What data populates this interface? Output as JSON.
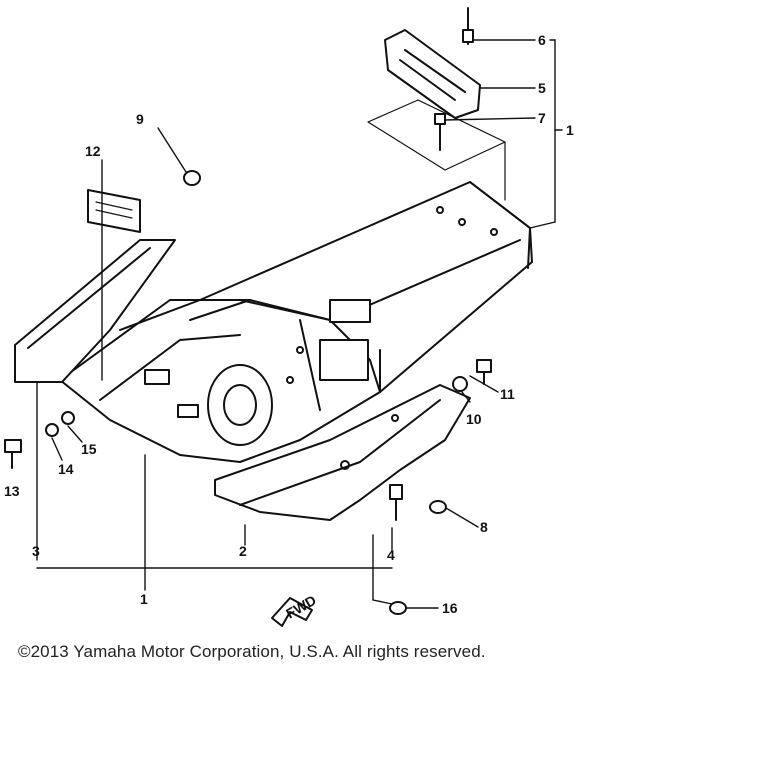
{
  "callouts": {
    "c1a": "1",
    "c1b": "1",
    "c2": "2",
    "c3": "3",
    "c4": "4",
    "c5": "5",
    "c6": "6",
    "c7": "7",
    "c8": "8",
    "c9": "9",
    "c10": "10",
    "c11": "11",
    "c12": "12",
    "c13": "13",
    "c14": "14",
    "c15": "15",
    "c16": "16"
  },
  "fwd_arrow": "FWD",
  "copyright": "©2013 Yamaha Motor Corporation, U.S.A. All rights reserved."
}
